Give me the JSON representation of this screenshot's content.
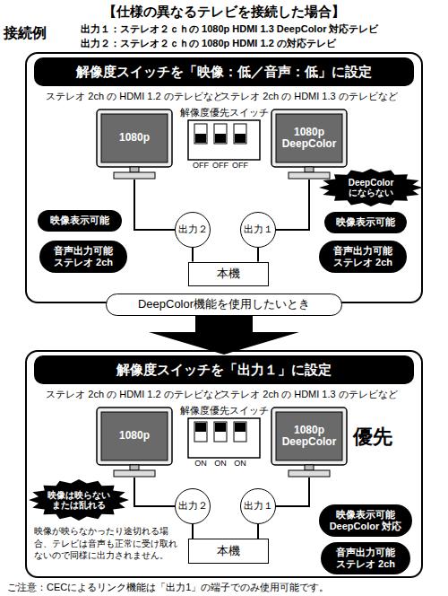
{
  "diagram": {
    "title": "【仕様の異なるテレビを接続した場合】",
    "nodes": [
      {
        "text": [
          "解像度スイッチを「映像：低／音声：低」に設定"
        ]
      },
      {
        "text": [
          "ステレオ 2ch の HDMI 1.2 のテレビなど",
          "1080p"
        ],
        "in": 0
      },
      {
        "text": [
          "解像度優先スイッチ"
        ],
        "in": 0
      },
      {
        "text": [
          "ステレオ 2ch の HDMI 1.3 のテレビなど",
          "1080p DeepColor"
        ],
        "in": 0
      },
      {
        "text": [
          "DeepColor にならない"
        ],
        "in": 0
      },
      {
        "text": [
          "映像表示可能"
        ],
        "in": 0
      },
      {
        "text": [
          "音声出力可能 ステレオ 2ch"
        ],
        "in": 0
      },
      {
        "text": [
          "出力２"
        ],
        "in": 0
      },
      {
        "text": [
          "出力１"
        ],
        "in": 0
      },
      {
        "text": [
          "映像表示可能"
        ],
        "in": 0
      },
      {
        "text": [
          "本機"
        ],
        "in": 0
      },
      {
        "text": [
          "音声出力可能 ステレオ 2ch"
        ],
        "in": 0
      },
      {
        "text": [
          "DeepColor機能を使用したいとき"
        ]
      },
      {
        "text": [
          "解像度スイッチを「出力１」に設定"
        ]
      },
      {
        "text": [
          "ステレオ 2ch の HDMI 1.2 のテレビなど",
          "1080p"
        ],
        "in": 13
      },
      {
        "text": [
          "解像度優先スイッチ"
        ],
        "in": 13
      },
      {
        "text": [
          "ステレオ 2ch の HDMI 1.3 のテレビなど",
          "1080p DeepColor"
        ],
        "in": 13
      },
      {
        "text": [
          "映像は映らない または乱れる"
        ],
        "in": 13
      },
      {
        "text": [
          "出力２"
        ],
        "in": 13
      },
      {
        "text": [
          "出力１"
        ],
        "in": 13
      },
      {
        "text": [
          "映像表示可能 DeepColor 対応"
        ],
        "in": 13
      },
      {
        "text": [
          "本機"
        ],
        "in": 13
      },
      {
        "text": [
          "音声出力可能 ステレオ 2ch"
        ],
        "in": 13
      }
    ],
    "edges": [
      {
        "from": 1,
        "to": 7,
        "arrow": "none"
      },
      {
        "from": 7,
        "to": 10,
        "arrow": "none"
      },
      {
        "from": 3,
        "to": 8,
        "arrow": "none"
      },
      {
        "from": 8,
        "to": 10,
        "arrow": "none"
      },
      {
        "from": 14,
        "to": 18,
        "arrow": "none"
      },
      {
        "from": 18,
        "to": 21,
        "arrow": "none"
      },
      {
        "from": 16,
        "to": 19,
        "arrow": "none"
      },
      {
        "from": 19,
        "to": 21,
        "arrow": "none"
      }
    ],
    "labels": [
      "接続例",
      "出力１：ステレオ２ｃｈの 1080p HDMI 1.3 DeepColor 対応テレビ",
      "出力２：ステレオ２ｃｈの 1080p HDMI 1.2 の対応テレビ",
      "1",
      "2",
      "3",
      "OFF",
      "OFF",
      "OFF",
      "1",
      "2",
      "3",
      "ON",
      "ON",
      "ON",
      "優先",
      "映像が映らなかったり途切れる場合、テレビは音声も正常に受け取れないので同様に出力されません。",
      "ご注意：CECによるリンク機能は「出力1」の端子でのみ使用可能です。"
    ]
  }
}
